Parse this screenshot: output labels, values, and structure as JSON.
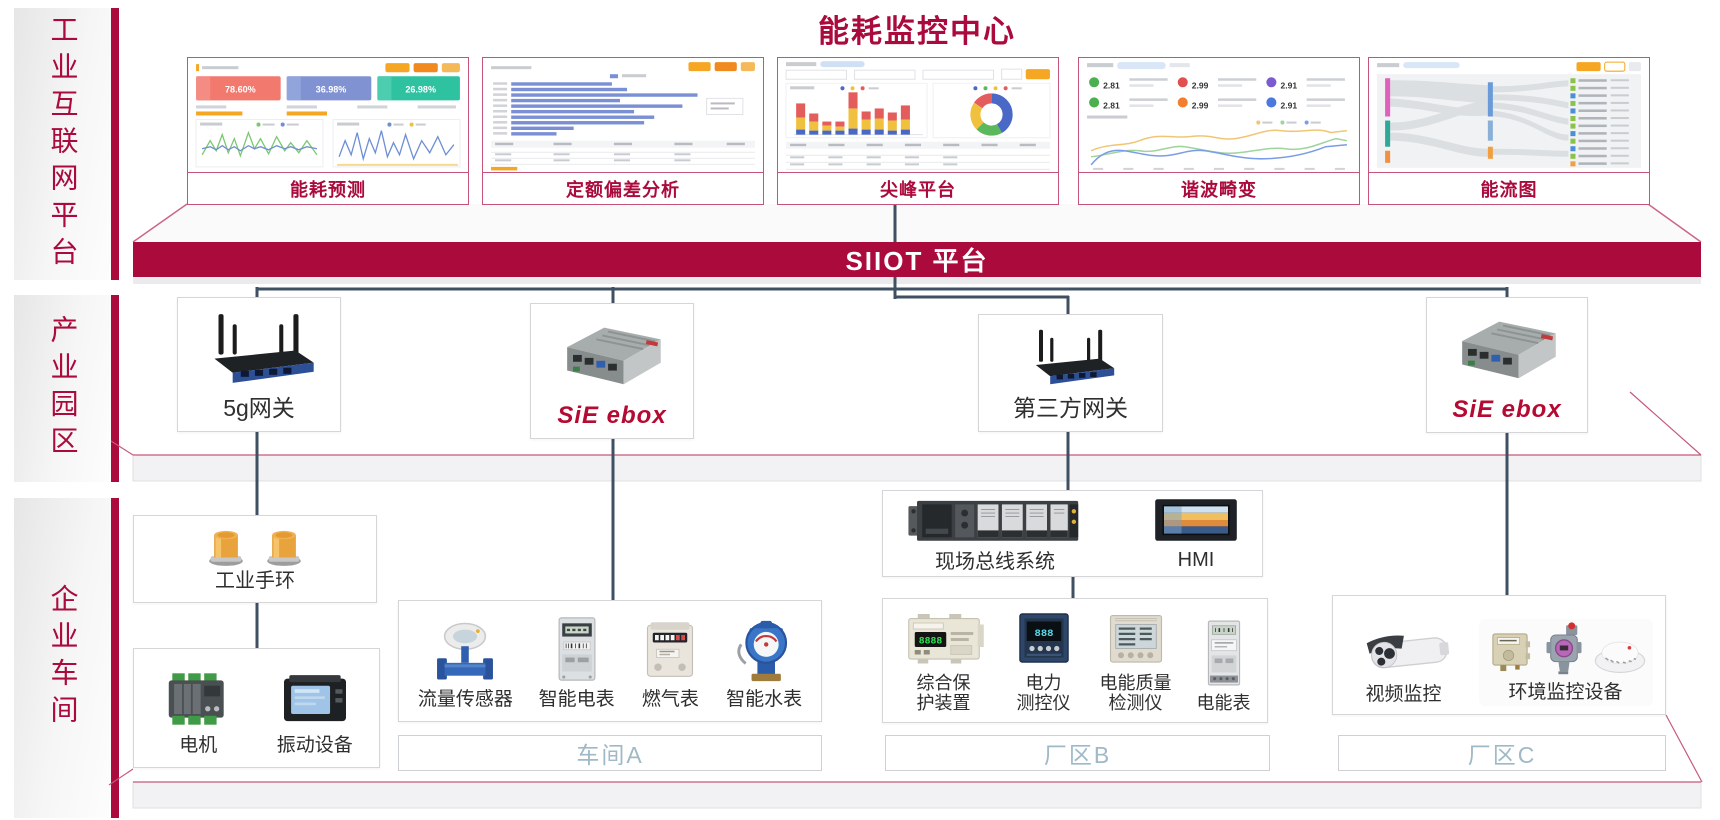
{
  "title": "能耗监控中心",
  "colors": {
    "primary": "#ab0a3c",
    "connector": "#3f5062",
    "zone_label_text": "#9fb9c6"
  },
  "sidebar": {
    "sections": [
      "工业互联网平台",
      "产业园区",
      "企业车间"
    ]
  },
  "apps": [
    {
      "label": "能耗预测",
      "kpis": [
        "78.60%",
        "36.98%",
        "26.98%"
      ]
    },
    {
      "label": "定额偏差分析"
    },
    {
      "label": "尖峰平台"
    },
    {
      "label": "谐波畸变",
      "kpis": [
        "2.81",
        "2.99",
        "2.91",
        "2.81",
        "2.99",
        "2.91"
      ]
    },
    {
      "label": "能流图"
    }
  ],
  "banner": {
    "label": "SIIOT 平台"
  },
  "gateways": [
    {
      "label": "5g网关"
    },
    {
      "label": "SiE ebox"
    },
    {
      "label": "第三方网关"
    },
    {
      "label": "SiE ebox"
    }
  ],
  "workshop": {
    "wristband": {
      "label": "工业手环"
    },
    "motor_group": {
      "labels": [
        "电机",
        "振动设备"
      ]
    },
    "zone_a": {
      "devices": [
        "流量传感器",
        "智能电表",
        "燃气表",
        "智能水表"
      ],
      "zone": "车间A"
    },
    "fieldbus": {
      "labels": [
        "现场总线系统",
        "HMI"
      ]
    },
    "zone_b": {
      "devices": [
        "综合保\n护装置",
        "电力\n测控仪",
        "电能质量\n检测仪",
        "电能表"
      ],
      "zone": "厂区B"
    },
    "zone_c": {
      "devices": [
        "视频监控",
        "环境监控设备"
      ],
      "zone": "厂区C"
    }
  }
}
